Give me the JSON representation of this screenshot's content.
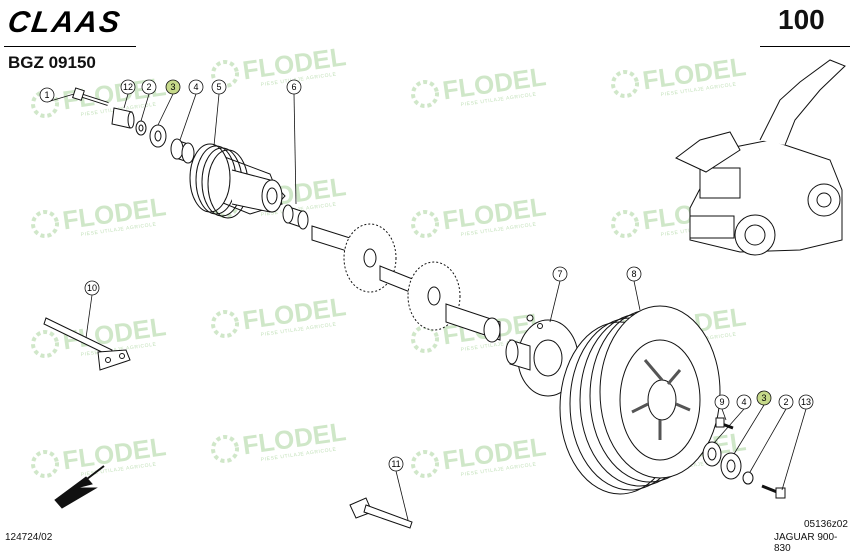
{
  "header": {
    "brand": "CLAAS",
    "page_number": "100",
    "group_code": "BGZ 09150"
  },
  "footer": {
    "doc_number": "124724/02",
    "drawing_code": "05136z02",
    "model": "JAGUAR 900-830"
  },
  "watermark": {
    "name": "FLODEL",
    "tagline": "PIESE UTILAJE AGRICOLE",
    "color": "#a9d49c"
  },
  "callouts": [
    {
      "label": "1"
    },
    {
      "label": "12"
    },
    {
      "label": "2"
    },
    {
      "label": "3",
      "highlight": true
    },
    {
      "label": "4"
    },
    {
      "label": "5"
    },
    {
      "label": "6"
    },
    {
      "label": "7"
    },
    {
      "label": "8"
    },
    {
      "label": "9"
    },
    {
      "label": "4"
    },
    {
      "label": "3",
      "highlight": true
    },
    {
      "label": "2"
    },
    {
      "label": "13"
    },
    {
      "label": "10"
    },
    {
      "label": "11"
    }
  ],
  "colors": {
    "highlight": "#c6d98a",
    "line": "#111111"
  }
}
